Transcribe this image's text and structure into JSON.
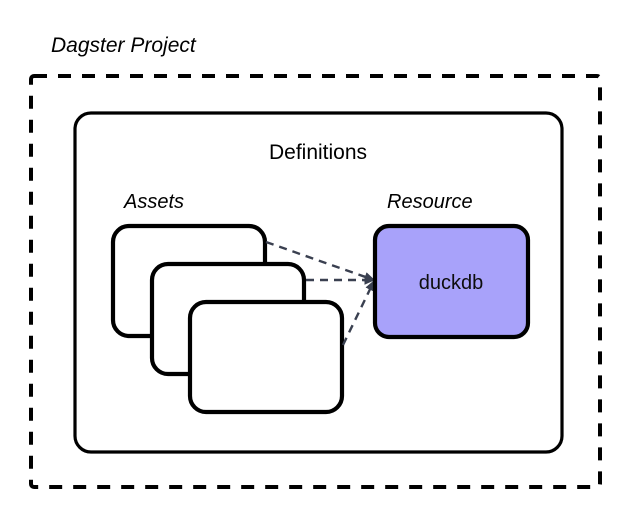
{
  "diagram": {
    "type": "architecture-block-diagram",
    "project": {
      "title": "Dagster Project",
      "boundary_style": "dashed"
    },
    "definitions": {
      "title": "Definitions",
      "boundary_style": "solid-rounded"
    },
    "assets": {
      "label": "Assets",
      "count": 3,
      "cards": [
        {
          "name": "asset-card-1",
          "label": ""
        },
        {
          "name": "asset-card-2",
          "label": ""
        },
        {
          "name": "asset-card-3",
          "label": ""
        }
      ]
    },
    "resource": {
      "label": "Resource",
      "node_label": "duckdb",
      "fill_color": "#A8A2FA",
      "border_color": "#000000"
    },
    "edges": {
      "style": "dashed",
      "color": "#3A4050",
      "direction": "assets-to-resource",
      "count": 3,
      "description": "each asset depends on the duckdb resource"
    },
    "colors": {
      "background": "#FFFFFF",
      "stroke": "#000000",
      "resource_fill": "#A8A2FA",
      "edge": "#3A4050"
    }
  }
}
